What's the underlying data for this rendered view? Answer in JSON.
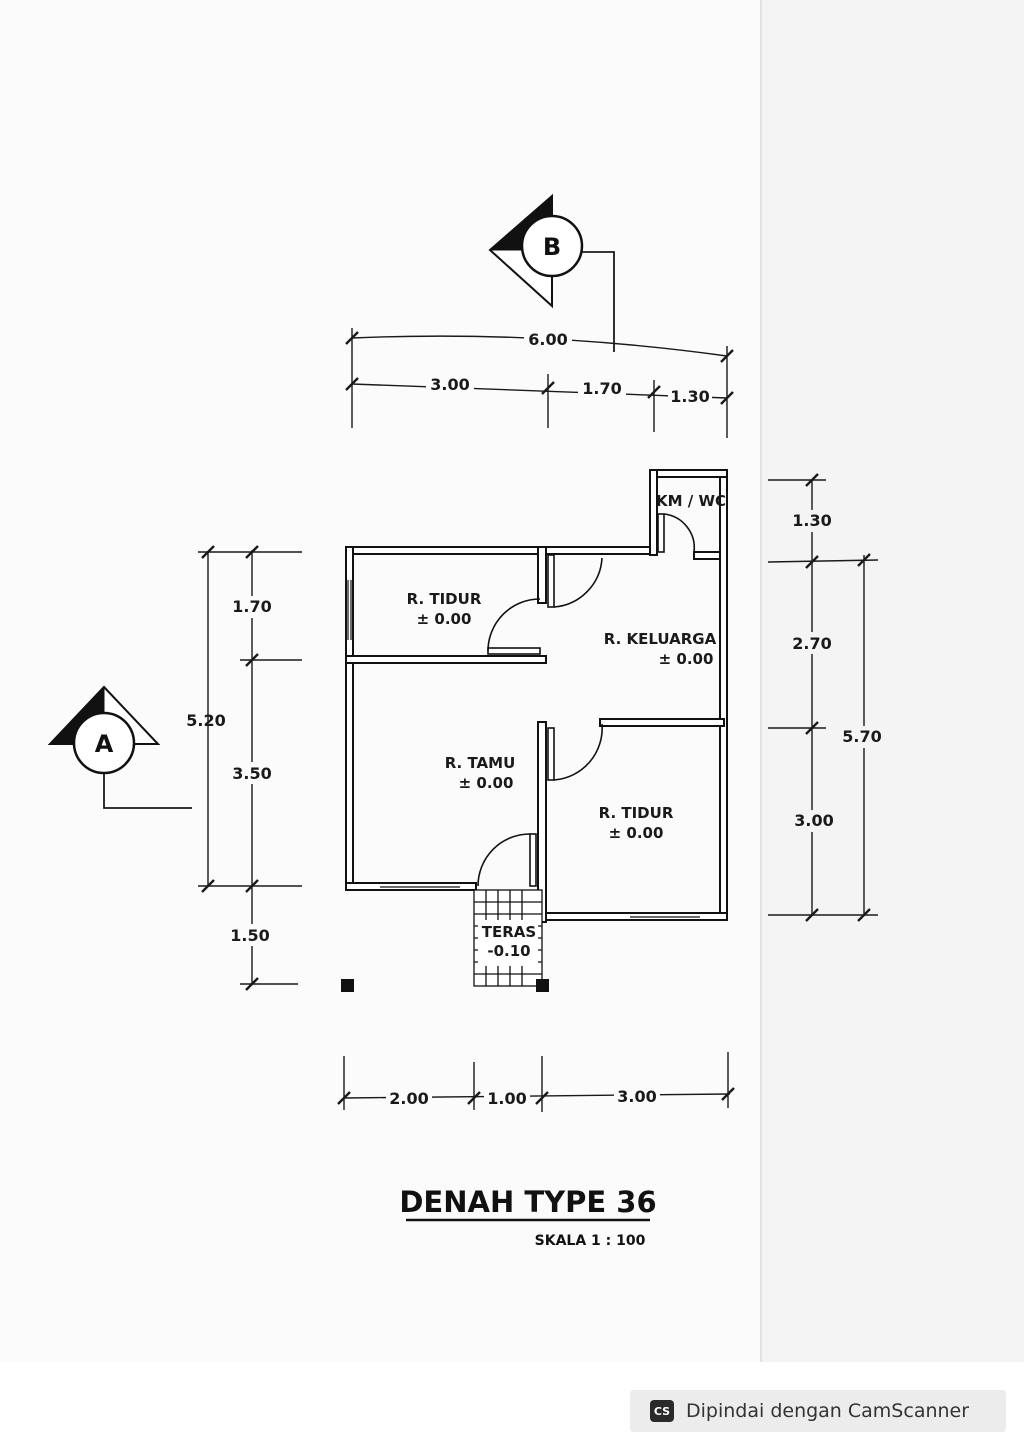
{
  "drawing": {
    "title": "DENAH TYPE 36",
    "scale": "SKALA  1 : 100",
    "section_markers": {
      "a": "A",
      "b": "B"
    },
    "rooms": {
      "bedroom_1": {
        "name": "R. TIDUR",
        "level": "± 0.00"
      },
      "family_room": {
        "name": "R. KELUARGA",
        "level": "± 0.00"
      },
      "living_room": {
        "name": "R. TAMU",
        "level": "± 0.00"
      },
      "bedroom_2": {
        "name": "R. TIDUR",
        "level": "± 0.00"
      },
      "bathroom": {
        "name": "KM / WC"
      },
      "terrace": {
        "name": "TERAS",
        "level": "-0.10"
      }
    },
    "dimensions": {
      "top_total": "6.00",
      "top_segments": [
        "3.00",
        "1.70",
        "1.30"
      ],
      "bottom_segments": [
        "2.00",
        "1.00",
        "3.00"
      ],
      "left_total": "5.20",
      "left_segments": [
        "1.70",
        "3.50",
        "1.50"
      ],
      "right_total": "5.70",
      "right_segments": [
        "1.30",
        "2.70",
        "3.00"
      ]
    }
  },
  "scanner": {
    "watermark": "Dipindai dengan CamScanner",
    "logo_text": "CS"
  }
}
